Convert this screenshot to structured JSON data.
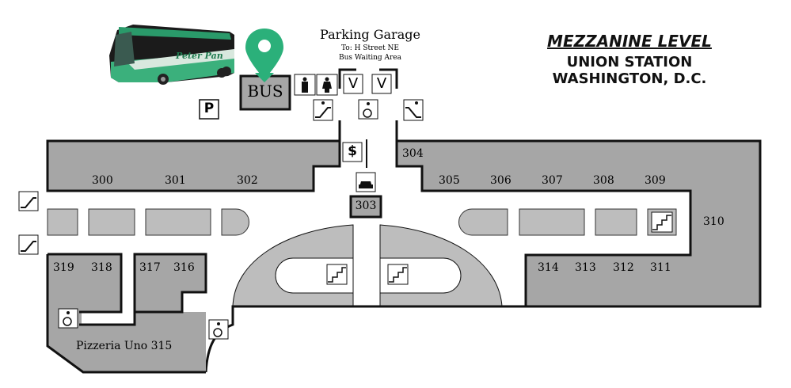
{
  "header": {
    "level_title": "MEZZANINE LEVEL",
    "station": "UNION STATION",
    "city": "WASHINGTON, D.C."
  },
  "parking": {
    "title": "Parking Garage",
    "line1": "To: H Street NE",
    "line2": "Bus Waiting Area"
  },
  "bus": {
    "label": "BUS",
    "brand": "Peter Pan",
    "pin_color": "#2bb07a"
  },
  "icons": {
    "parking": "P",
    "dollar": "$",
    "valet_v1": "V",
    "valet_v2": "V"
  },
  "shops": {
    "s300": "300",
    "s301": "301",
    "s302": "302",
    "s303": "303",
    "s304": "304",
    "s305": "305",
    "s306": "306",
    "s307": "307",
    "s308": "308",
    "s309": "309",
    "s310": "310",
    "s311": "311",
    "s312": "312",
    "s313": "313",
    "s314": "314",
    "s316": "316",
    "s317": "317",
    "s318": "318",
    "s319": "319",
    "s315": "Pizzeria Uno 315"
  },
  "colors": {
    "shop_fill": "#a6a6a6",
    "kiosk_fill": "#bdbdbd",
    "outline": "#111111",
    "pin": "#2bb07a"
  }
}
